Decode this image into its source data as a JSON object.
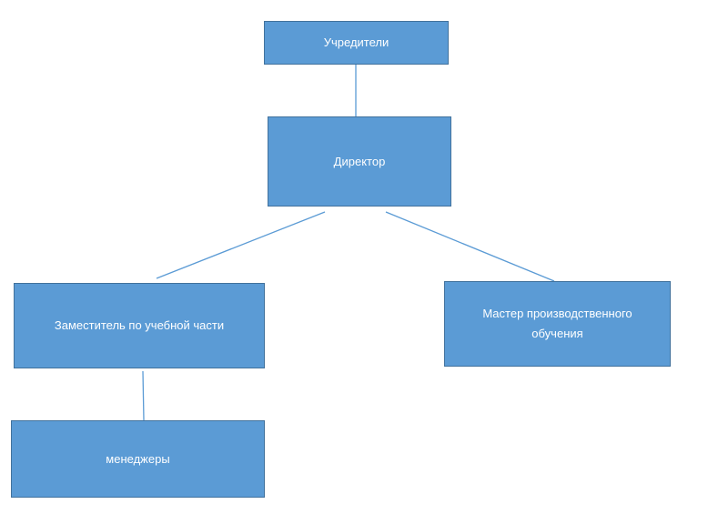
{
  "diagram": {
    "nodes": {
      "founders": "Учредители",
      "director": "Директор",
      "deputy": "Заместитель по учебной части",
      "master": "Мастер производственного\nобучения",
      "managers": "менеджеры"
    },
    "edges": [
      {
        "from": "founders",
        "to": "director"
      },
      {
        "from": "director",
        "to": "deputy"
      },
      {
        "from": "director",
        "to": "master"
      },
      {
        "from": "deputy",
        "to": "managers"
      }
    ],
    "colors": {
      "node_fill": "#5b9bd5",
      "node_border": "#41719c",
      "node_text": "#ffffff",
      "connector": "#5b9bd5"
    }
  }
}
